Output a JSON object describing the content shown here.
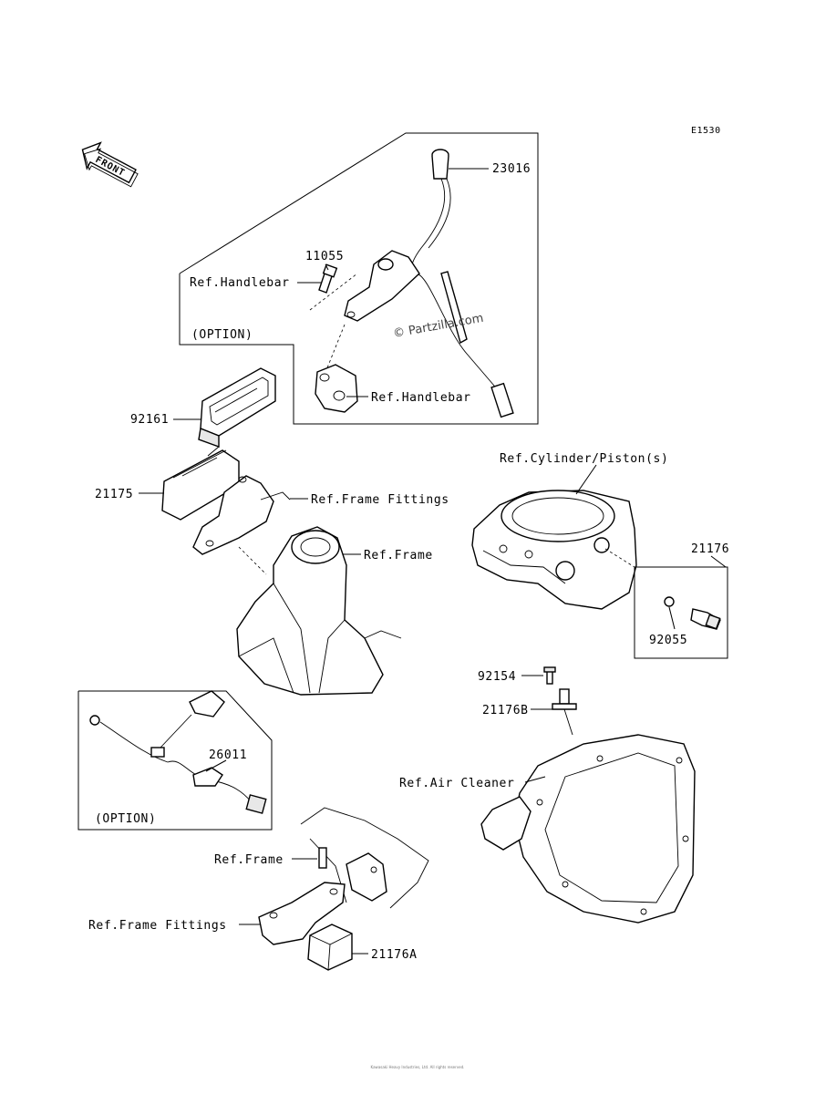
{
  "diagram_code": "E1530",
  "front_arrow_label": "FRONT",
  "watermark": "© Partzilla.com",
  "callouts": {
    "p23016": "23016",
    "p11055": "11055",
    "ref_handlebar_1": "Ref.Handlebar",
    "option_1": "(OPTION)",
    "ref_handlebar_2": "Ref.Handlebar",
    "p92161": "92161",
    "p21175": "21175",
    "ref_frame_fittings_1": "Ref.Frame Fittings",
    "ref_frame_1": "Ref.Frame",
    "ref_cylinder_piston": "Ref.Cylinder/Piston(s)",
    "p21176": "21176",
    "p92055": "92055",
    "p92154": "92154",
    "p21176b": "21176B",
    "ref_air_cleaner": "Ref.Air Cleaner",
    "p26011": "26011",
    "option_2": "(OPTION)",
    "ref_frame_2": "Ref.Frame",
    "ref_frame_fittings_2": "Ref.Frame Fittings",
    "p21176a": "21176A"
  },
  "footer": "Kawasaki Heavy Industries, Ltd. All rights reserved."
}
